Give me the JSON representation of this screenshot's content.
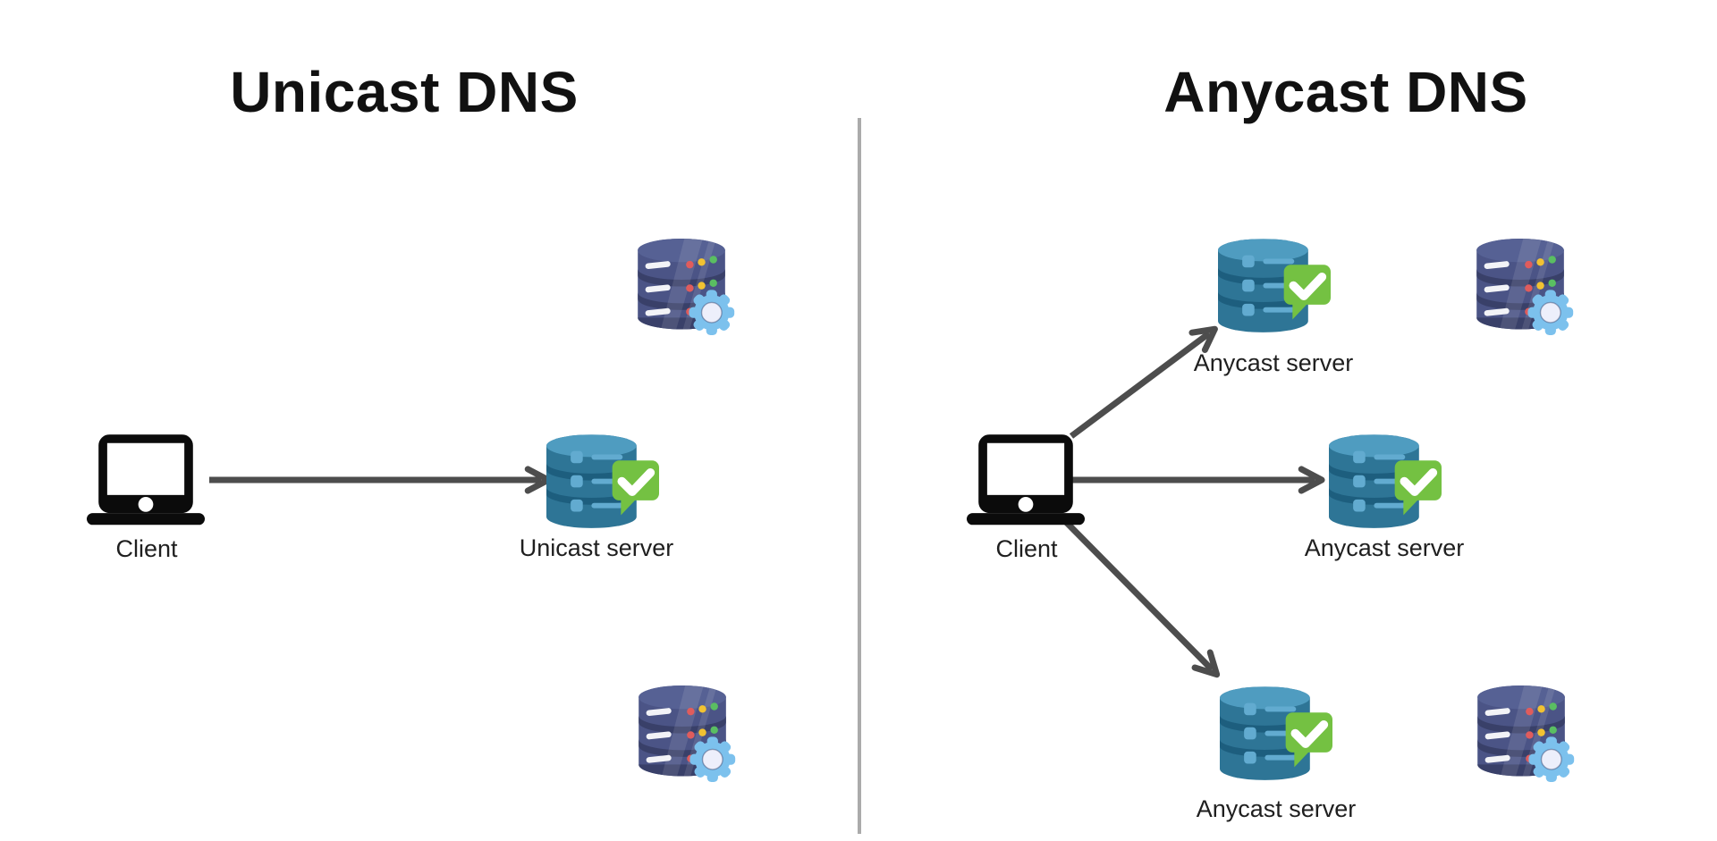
{
  "left": {
    "title": "Unicast DNS",
    "client": {
      "label": "Client"
    },
    "server": {
      "label": "Unicast server"
    },
    "standby_server_count": 2
  },
  "right": {
    "title": "Anycast DNS",
    "client": {
      "label": "Client"
    },
    "servers": [
      {
        "label": "Anycast server"
      },
      {
        "label": "Anycast server"
      },
      {
        "label": "Anycast server"
      }
    ],
    "standby_server_count": 2
  },
  "icons": {
    "client": "laptop-icon",
    "active_server": "database-check-icon",
    "standby_server": "database-gear-icon",
    "arrow": "request-arrow"
  },
  "colors": {
    "background": "#ffffff",
    "title_text": "#111111",
    "label_text": "#1f1f1f",
    "arrow": "#4d4d4d",
    "divider": "#ababab",
    "laptop": "#0b0b0b",
    "db_teal_body": "#2e7596",
    "db_teal_top": "#4f9cc0",
    "db_teal_band": "#1d5e7e",
    "db_teal_accent": "#62abd0",
    "check_bubble_green": "#74c142",
    "check_mark": "#ffffff",
    "db_navy_body": "#4b5486",
    "db_navy_top": "#566194",
    "db_navy_band": "#394069",
    "db_navy_dash": "#f2f3f7",
    "dot_red": "#e05c5c",
    "dot_yellow": "#f1c232",
    "dot_green": "#5abe62",
    "gear_blue": "#7cc1ed",
    "gear_center": "#edeffb"
  }
}
